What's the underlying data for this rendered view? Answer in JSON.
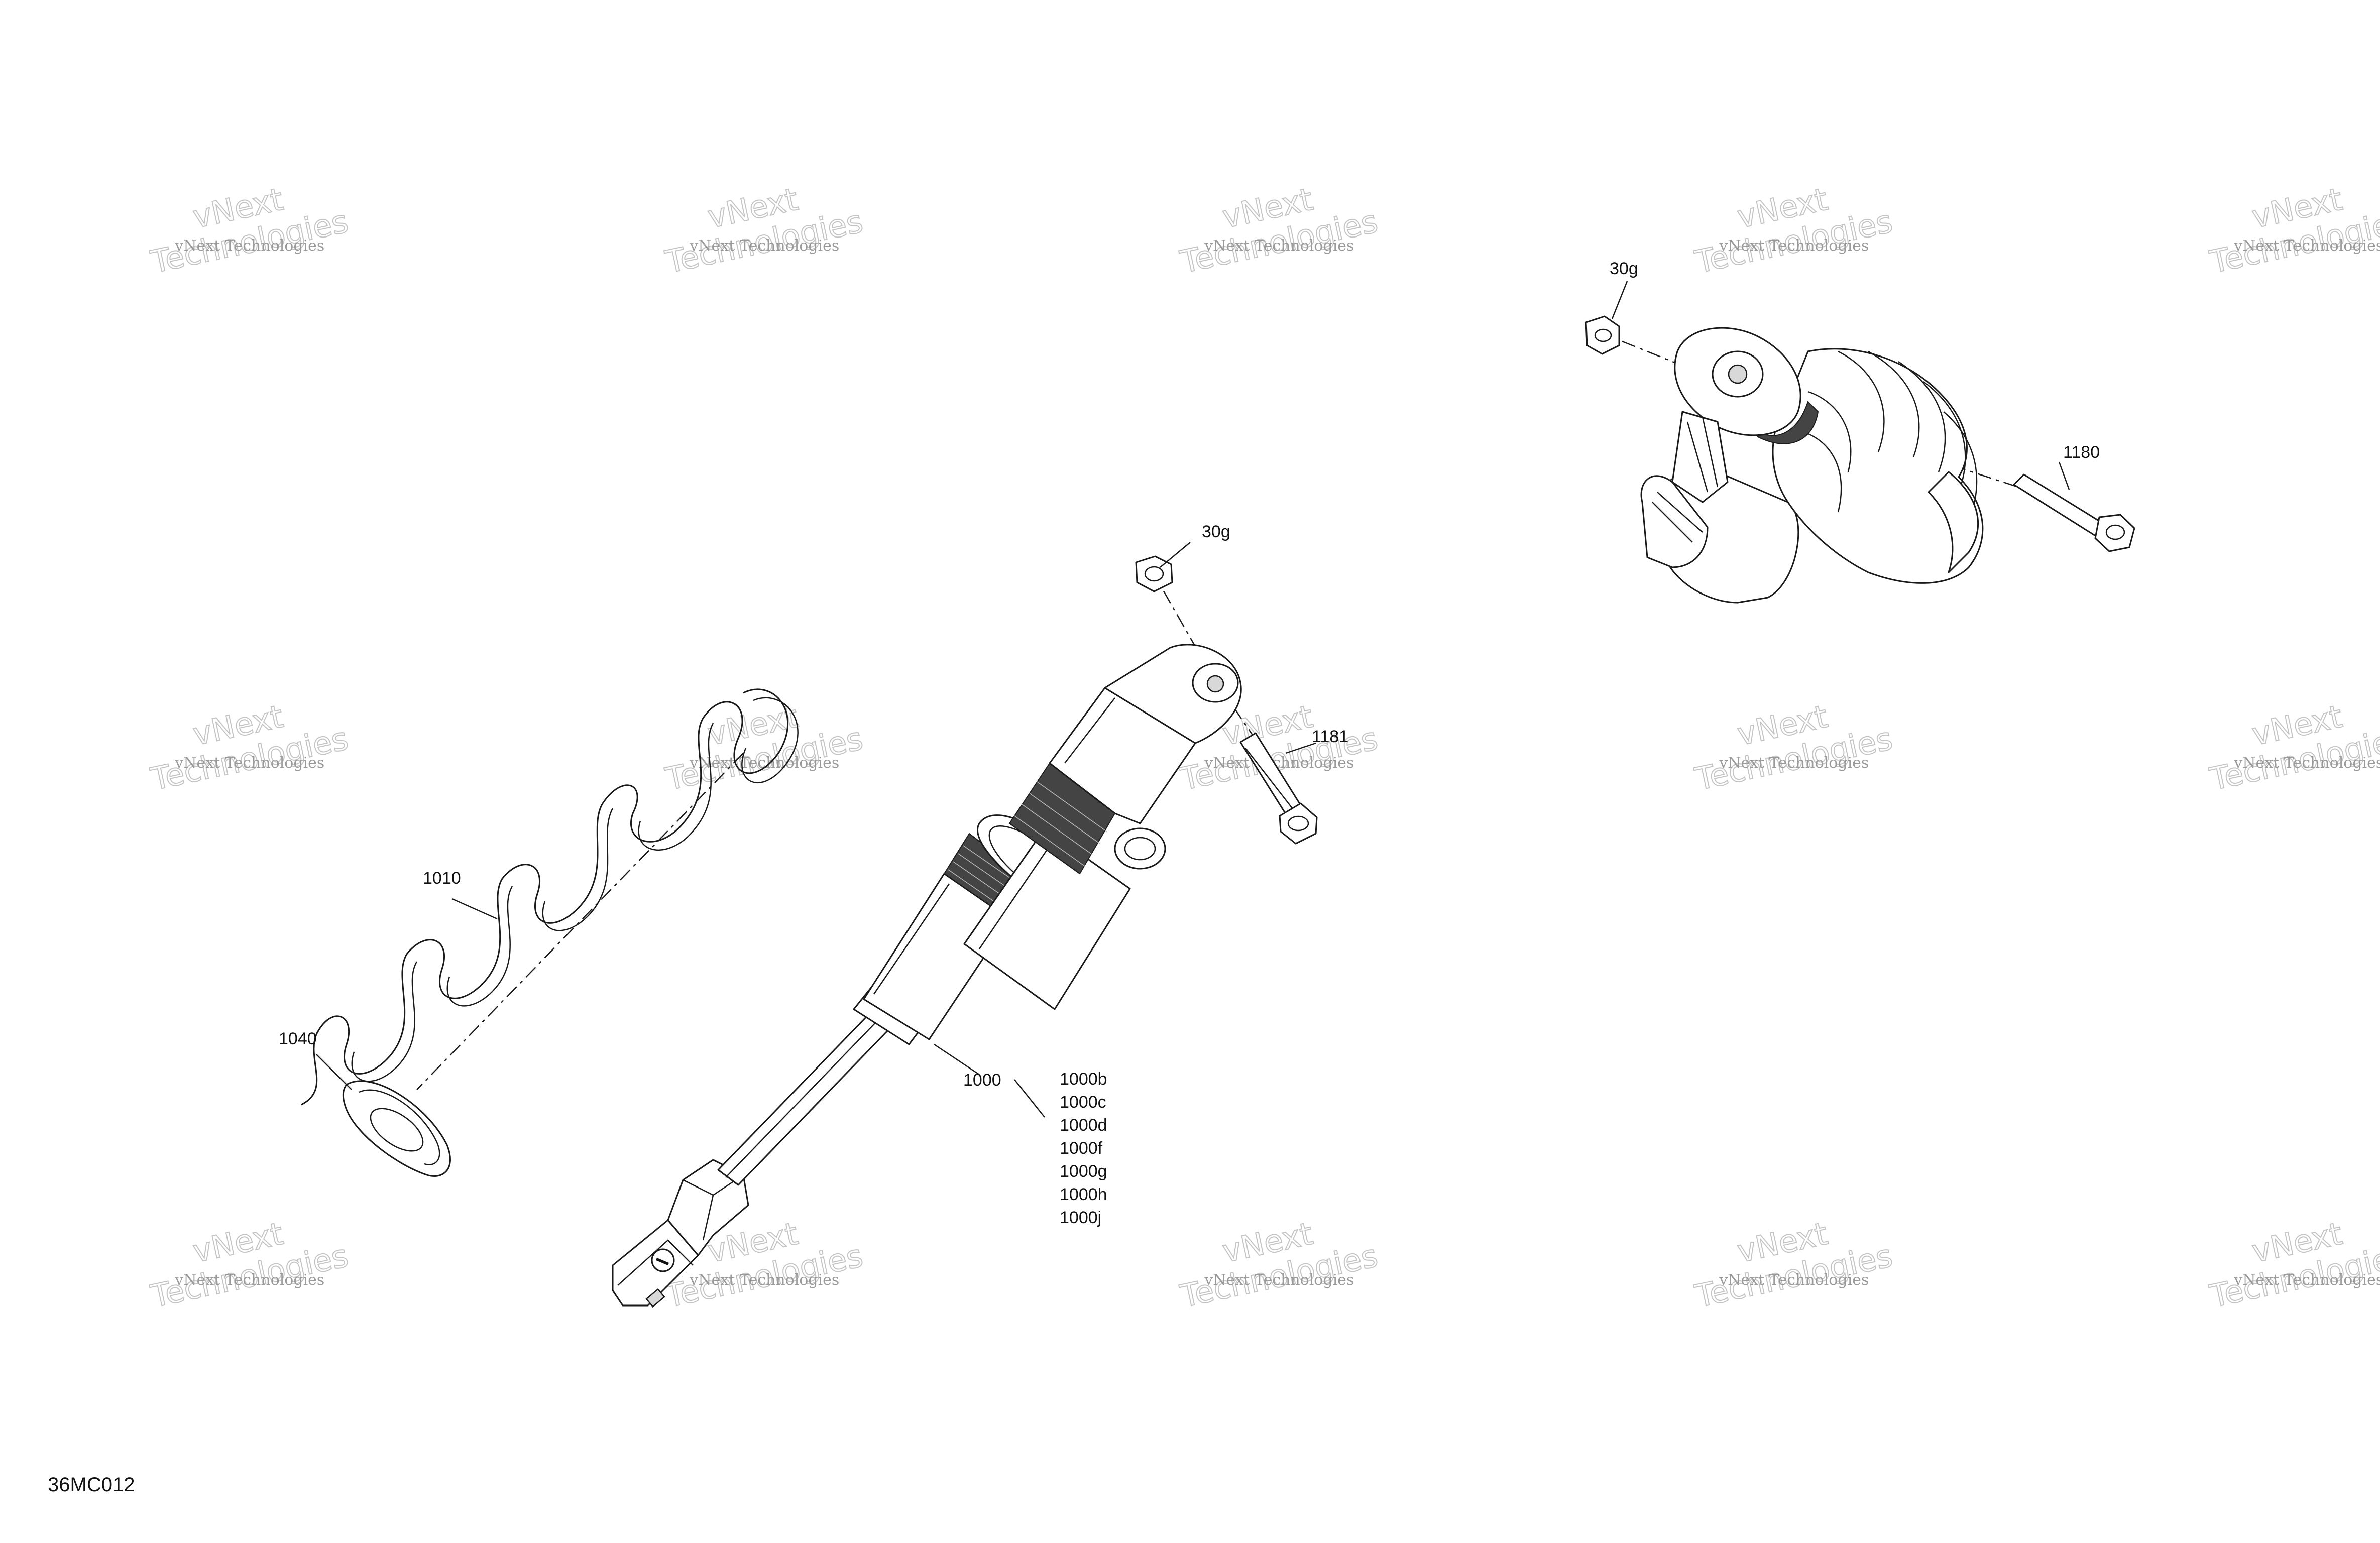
{
  "watermark": {
    "small": "vNext Technologies",
    "big_top": "vNext",
    "big_bottom": "Technologies"
  },
  "reference_code": "36MC012",
  "callouts": {
    "c_30g_left": "30g",
    "c_1181": "1181",
    "c_1010": "1010",
    "c_1040": "1040",
    "c_1000": "1000",
    "c_1000b": "1000b",
    "c_1000c": "1000c",
    "c_1000d": "1000d",
    "c_1000f": "1000f",
    "c_1000g": "1000g",
    "c_1000h": "1000h",
    "c_1000j": "1000j",
    "c_30g_right": "30g",
    "c_1180": "1180"
  }
}
